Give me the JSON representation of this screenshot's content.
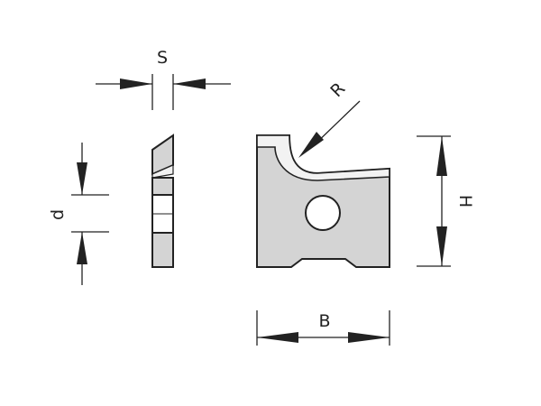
{
  "labels": {
    "s": "S",
    "r": "R",
    "d": "d",
    "h": "H",
    "b": "B"
  },
  "colors": {
    "line": "#222222",
    "fill": "#d4d4d4",
    "light": "#f2f2f2",
    "background": "#ffffff"
  }
}
